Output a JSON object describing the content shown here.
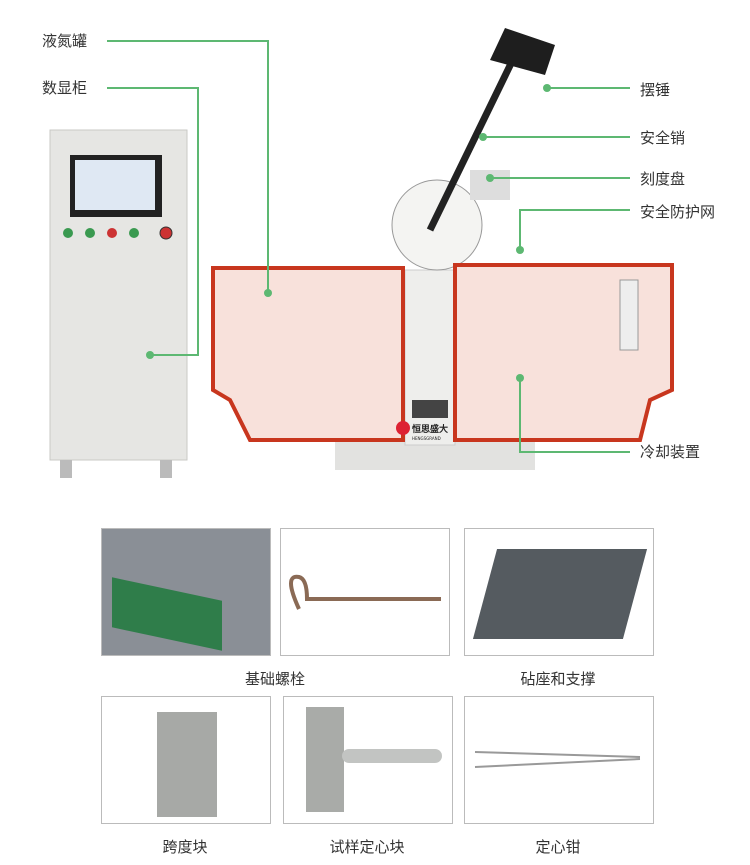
{
  "callouts": {
    "liquid_nitrogen_tank": "液氮罐",
    "display_cabinet": "数显柜",
    "pendulum": "摆锤",
    "safety_pin": "安全销",
    "dial": "刻度盘",
    "safety_net": "安全防护网",
    "cooling_device": "冷却装置"
  },
  "logo": {
    "cn": "恒思盛大",
    "en": "HENGSGRAND"
  },
  "accessories": [
    {
      "label": "基础螺栓"
    },
    {
      "label": "砧座和支撑"
    },
    {
      "label": "跨度块"
    },
    {
      "label": "试样定心块"
    },
    {
      "label": "定心钳"
    }
  ],
  "colors": {
    "leader_line": "#5db872",
    "guard_frame": "#c8361e",
    "cabinet": "#e6e6e3"
  }
}
